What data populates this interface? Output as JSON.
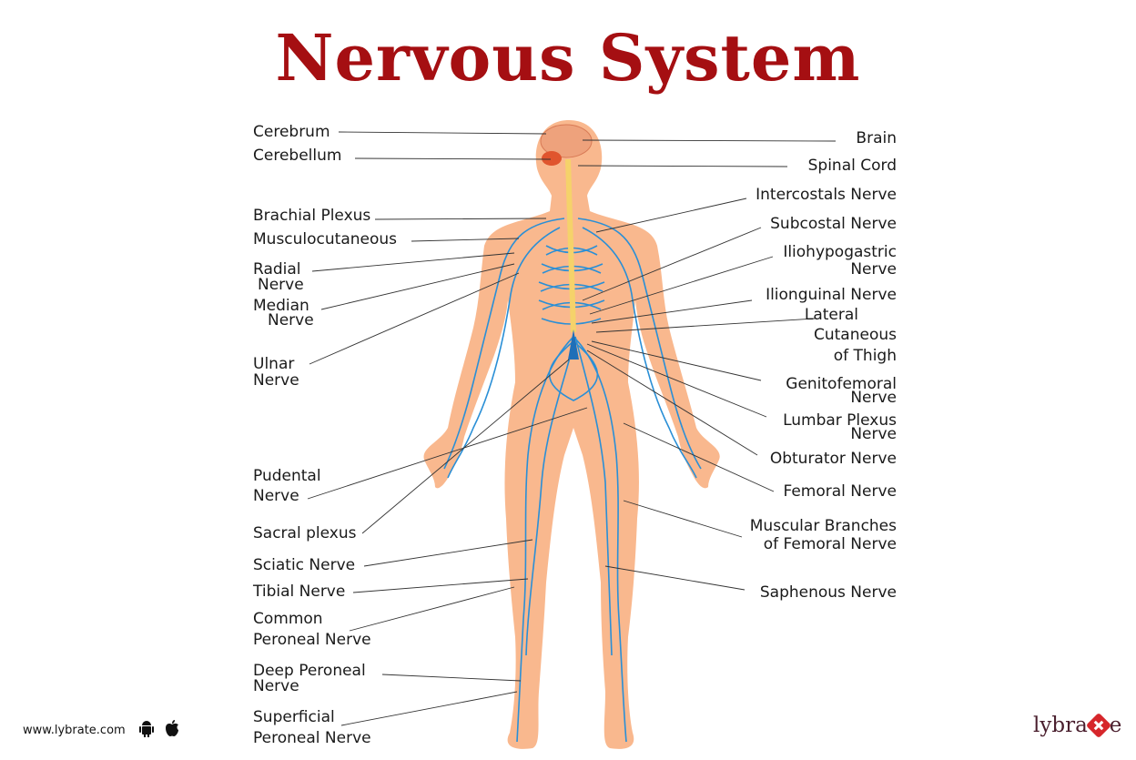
{
  "title": "Nervous System",
  "colors": {
    "title": "#a50f12",
    "skin": "#f9b88e",
    "nerve": "#2a8fd6",
    "spine": "#f5d26a",
    "brain": "#e9a07a"
  },
  "labels_left": {
    "cerebrum": "Cerebrum",
    "cerebellum": "Cerebellum",
    "brachial_plexus": "Brachial Plexus",
    "musculocutaneous": "Musculocutaneous",
    "radial_1": "Radial",
    "radial_2": "Nerve",
    "median_1": "Median",
    "median_2": "Nerve",
    "ulnar_1": "Ulnar",
    "ulnar_2": "Nerve",
    "pudental_1": "Pudental",
    "pudental_2": "Nerve",
    "sacral": "Sacral plexus",
    "sciatic": "Sciatic Nerve",
    "tibial": "Tibial Nerve",
    "common_peroneal_1": "Common",
    "common_peroneal_2": "Peroneal  Nerve",
    "deep_peroneal_1": "Deep  Peroneal",
    "deep_peroneal_2": "Nerve",
    "superficial_peroneal_1": "Superficial",
    "superficial_peroneal_2": "Peroneal  Nerve"
  },
  "labels_right": {
    "brain": "Brain",
    "spinal_cord": "Spinal Cord",
    "intercostals": "Intercostals Nerve",
    "subcostal": "Subcostal Nerve",
    "iliohypogastric_1": "Iliohypogastric",
    "iliohypogastric_2": "Nerve",
    "ilionguinal": "Ilionguinal Nerve",
    "lateral_1": "Lateral",
    "lateral_2": "Cutaneous",
    "lateral_3": "of Thigh",
    "genitofemoral_1": "Genitofemoral",
    "genitofemoral_2": "Nerve",
    "lumbar_1": "Lumbar Plexus",
    "lumbar_2": "Nerve",
    "obturator": "Obturator Nerve",
    "femoral": "Femoral Nerve",
    "muscular_1": "Muscular Branches",
    "muscular_2": "of Femoral Nerve",
    "saphenous": "Saphenous Nerve"
  },
  "footer": {
    "site": "www.lybrate.com",
    "logo_left": "lybra",
    "logo_right": "e"
  }
}
